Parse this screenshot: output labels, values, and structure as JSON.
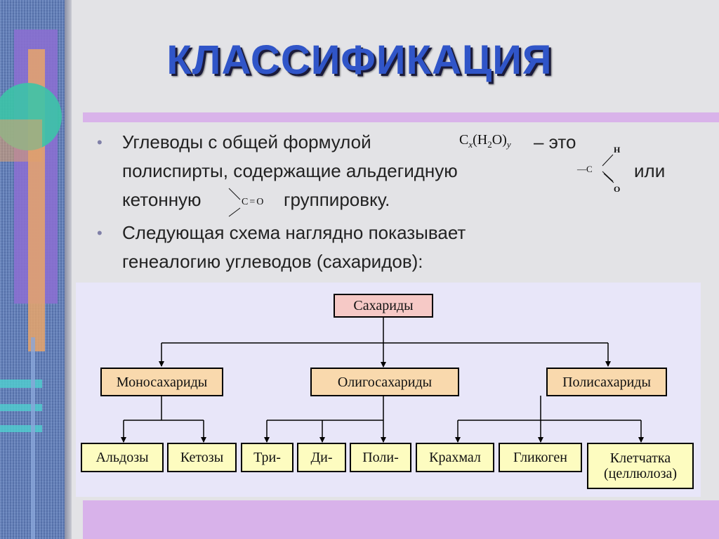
{
  "slide": {
    "title": "КЛАССИФИКАЦИЯ",
    "bullets": {
      "b1_line1_a": "Углеводы с общей формулой",
      "b1_line1_b": "– это",
      "b1_line2_a": "полиспирты, содержащие альдегидную",
      "b1_line2_b": "или",
      "b1_line3_a": "кетонную",
      "b1_line3_b": "группировку.",
      "b2_line1": "Следующая схема наглядно показывает",
      "b2_line2": "генеалогию углеводов (сахаридов):",
      "bullet_char": "•"
    },
    "formulas": {
      "general_c": "C",
      "general_x": "x",
      "general_h2o": "(H",
      "general_2": "2",
      "general_o": "O)",
      "general_y": "y",
      "aldehyde_h": "H",
      "aldehyde_c": "—C",
      "aldehyde_o": "O",
      "ketone": "C=O"
    }
  },
  "diagram": {
    "root": "Сахариды",
    "groups": [
      "Моносахариды",
      "Олигосахариды",
      "Полисахариды"
    ],
    "leaves": [
      "Альдозы",
      "Кетозы",
      "Три-",
      "Ди-",
      "Поли-",
      "Крахмал",
      "Гликоген",
      "Клетчатка",
      "(целлюлоза)"
    ]
  },
  "colors": {
    "title": "#3055c8",
    "root_fill": "#f6c9c6",
    "group_fill": "#f9d9ad",
    "leaf_fill": "#fdfcc0",
    "diagram_bg": "#e8e6f9",
    "accent_bar": "#d9b3ea"
  }
}
